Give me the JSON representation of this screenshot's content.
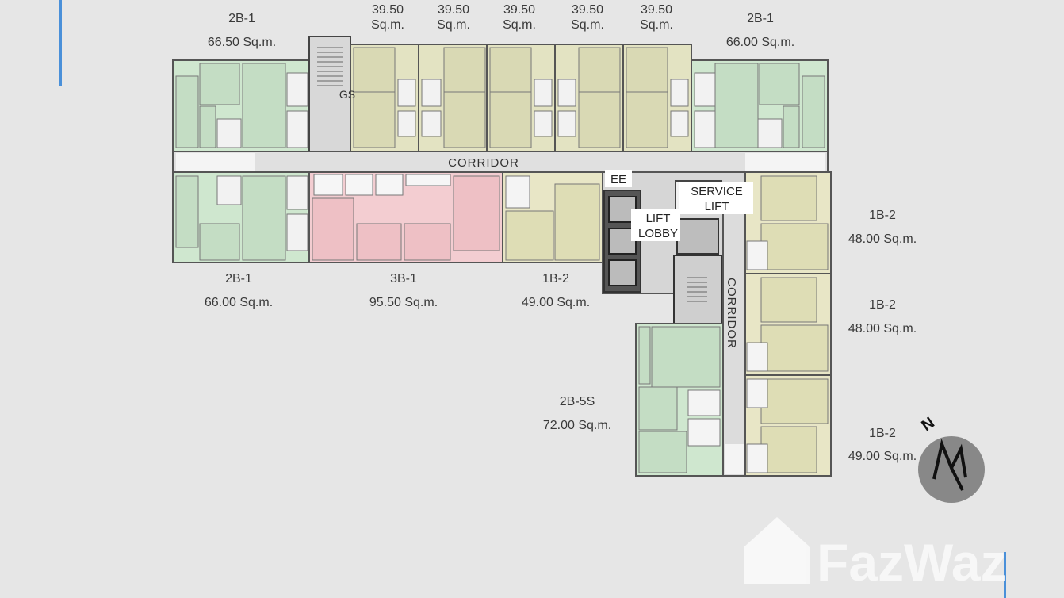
{
  "units": {
    "top_left": {
      "type": "2B-1",
      "area": "66.50 Sq.m."
    },
    "top_studio_1": {
      "area": "39.50",
      "unit": "Sq.m."
    },
    "top_studio_2": {
      "area": "39.50",
      "unit": "Sq.m."
    },
    "top_studio_3": {
      "area": "39.50",
      "unit": "Sq.m."
    },
    "top_studio_4": {
      "area": "39.50",
      "unit": "Sq.m."
    },
    "top_studio_5": {
      "area": "39.50",
      "unit": "Sq.m."
    },
    "top_right": {
      "type": "2B-1",
      "area": "66.00 Sq.m."
    },
    "bottom_left": {
      "type": "2B-1",
      "area": "66.00 Sq.m."
    },
    "bottom_mid": {
      "type": "3B-1",
      "area": "95.50 Sq.m."
    },
    "bottom_1b": {
      "type": "1B-2",
      "area": "49.00 Sq.m."
    },
    "right_1": {
      "type": "1B-2",
      "area": "48.00 Sq.m."
    },
    "right_2": {
      "type": "1B-2",
      "area": "48.00 Sq.m."
    },
    "right_3": {
      "type": "1B-2",
      "area": "49.00 Sq.m."
    },
    "wing": {
      "type": "2B-5S",
      "area": "72.00 Sq.m."
    }
  },
  "plan_labels": {
    "corridor_main": "CORRIDOR",
    "corridor_vertical": "CORRIDOR",
    "ee": "EE",
    "service_lift_1": "SERVICE",
    "service_lift_2": "LIFT",
    "lift_lobby_1": "LIFT",
    "lift_lobby_2": "LOBBY",
    "gs": "GS"
  },
  "compass": {
    "label": "N"
  },
  "watermark": {
    "text": "FazWaz"
  },
  "colors": {
    "background": "#e6e6e6",
    "two_bed_green": "#cfe7cf",
    "studio_olive": "#e3e3c2",
    "three_bed_pink": "#f3cdd1",
    "one_bed_khaki": "#e8e6c6",
    "corridor_grey": "#dcdcdc",
    "wall": "#555555",
    "accent_blue": "#4a90d9"
  }
}
